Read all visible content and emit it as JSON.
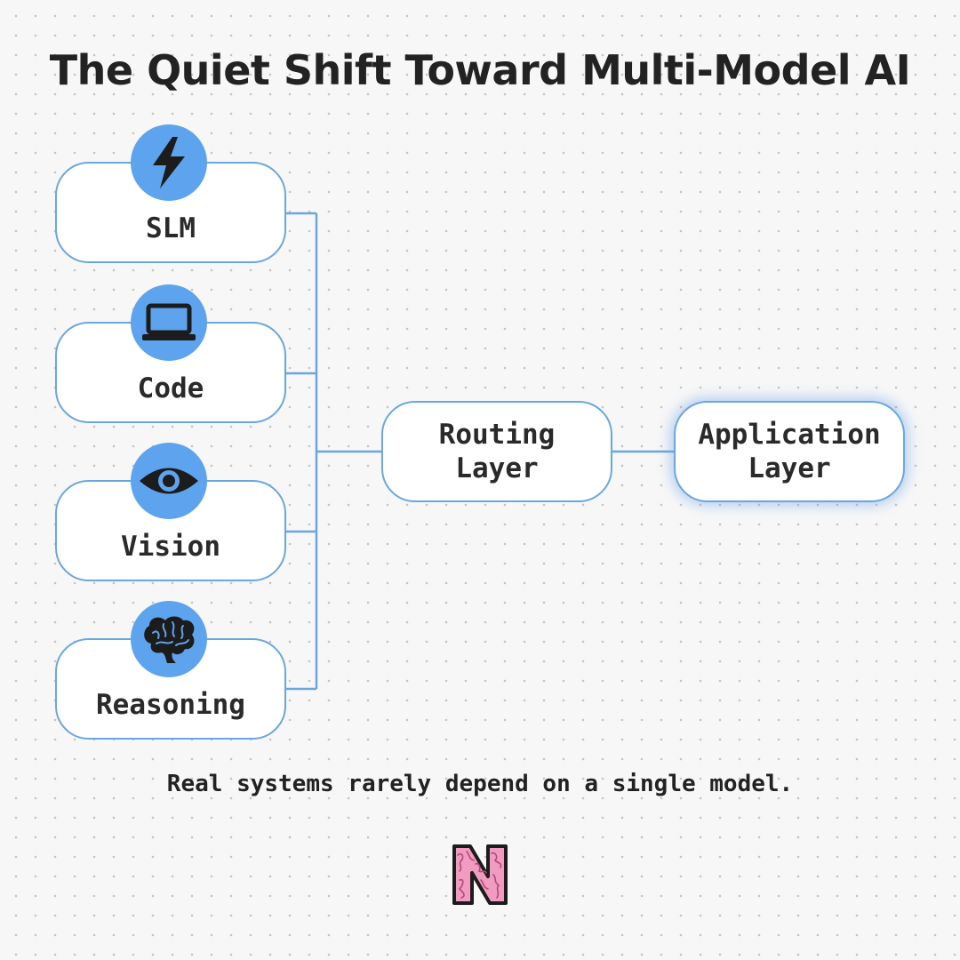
{
  "title": "The Quiet Shift Toward Multi-Model AI",
  "models": [
    {
      "label": "SLM",
      "icon": "lightning-bolt-icon"
    },
    {
      "label": "Code",
      "icon": "laptop-icon"
    },
    {
      "label": "Vision",
      "icon": "eye-icon"
    },
    {
      "label": "Reasoning",
      "icon": "brain-icon"
    }
  ],
  "routing_layer": {
    "line1": "Routing",
    "line2": "Layer"
  },
  "application_layer": {
    "line1": "Application",
    "line2": "Layer"
  },
  "caption": "Real systems rarely depend on a single model.",
  "logo": {
    "letter": "N",
    "icon": "brain-n-logo"
  },
  "colors": {
    "accent": "#5ea3ee",
    "border": "#6aa7e0",
    "text": "#222222",
    "logo_fill": "#f29bc0",
    "background": "#f7f7f7"
  }
}
